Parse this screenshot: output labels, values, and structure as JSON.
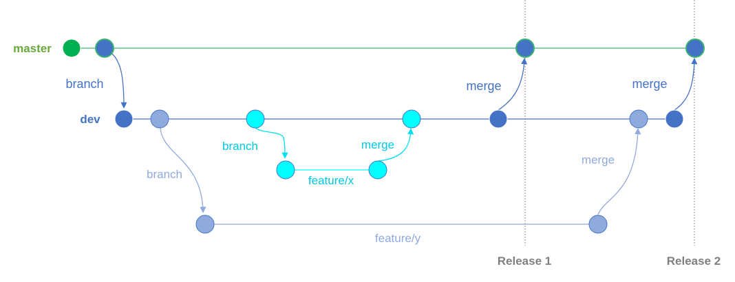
{
  "branches": {
    "master": "master",
    "dev": "dev",
    "feature_x": "feature/x",
    "feature_y": "feature/y"
  },
  "labels": {
    "branch_master_dev": "branch",
    "merge_dev_master_1": "merge",
    "merge_dev_master_2": "merge",
    "branch_dev_feature_x": "branch",
    "merge_feature_x_dev": "merge",
    "branch_dev_feature_y": "branch",
    "merge_feature_y_dev": "merge"
  },
  "releases": {
    "release_1": "Release 1",
    "release_2": "Release 2"
  },
  "colors": {
    "master_label": "#6aa83a",
    "master_first_commit": "#00b050",
    "master_line": "#3cb371",
    "dev": "#4472c4",
    "feature_x": "#00ffff",
    "feature_x_text": "#00c8e0",
    "feature_y": "#8faadc",
    "release_text": "#7f7f7f",
    "release_line": "#8c8c8c"
  }
}
